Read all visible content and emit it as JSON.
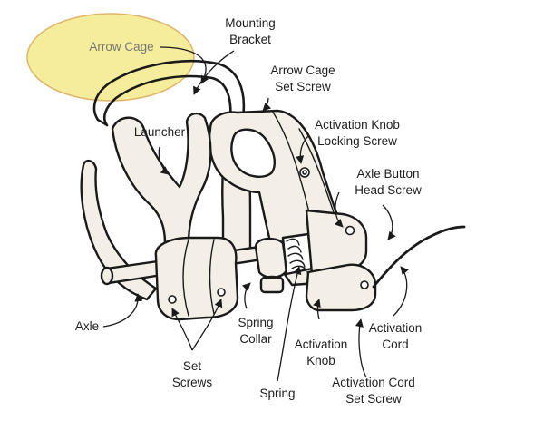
{
  "highlight": {
    "color": "#f5ec9c",
    "stroke": "#e0b46a"
  },
  "labels": {
    "arrow_cage": "Arrow Cage",
    "mounting_bracket": [
      "Mounting",
      "Bracket"
    ],
    "arrow_cage_set_screw": [
      "Arrow Cage",
      "Set Screw"
    ],
    "launcher": "Launcher",
    "activation_knob_locking_screw": [
      "Activation Knob",
      "Locking Screw"
    ],
    "axle_button_head_screw": [
      "Axle Button",
      "Head Screw"
    ],
    "axle": "Axle",
    "spring_collar": [
      "Spring",
      "Collar"
    ],
    "activation_knob": [
      "Activation",
      "Knob"
    ],
    "activation_cord": [
      "Activation",
      "Cord"
    ],
    "set_screws": [
      "Set",
      "Screws"
    ],
    "spring": "Spring",
    "activation_cord_set_screw": [
      "Activation Cord",
      "Set Screw"
    ]
  }
}
